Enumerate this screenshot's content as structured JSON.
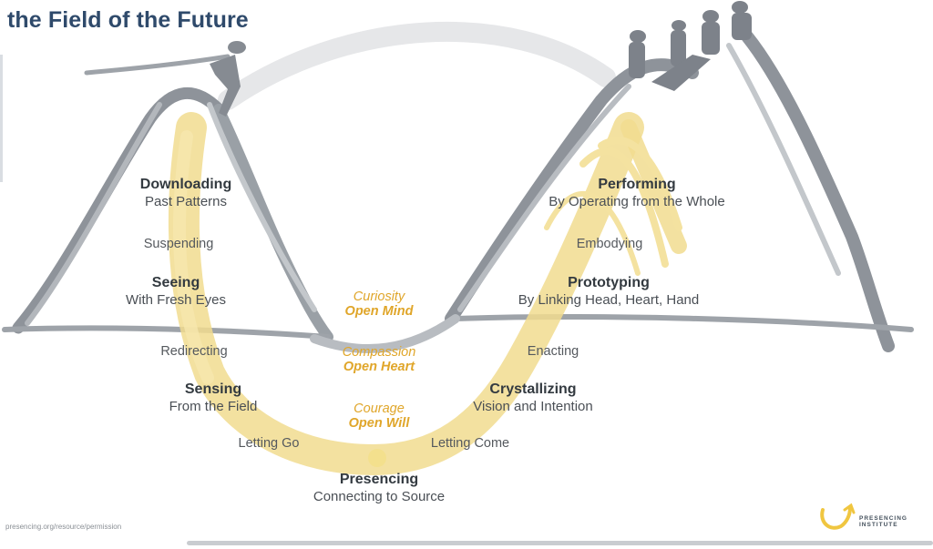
{
  "title": "the Field of the Future",
  "footer": "presencing.org/resource/permission",
  "logo": {
    "line1": "PRESENCING",
    "line2": "INSTITUTE"
  },
  "stages": {
    "downloading": {
      "title": "Downloading",
      "sub": "Past Patterns"
    },
    "seeing": {
      "title": "Seeing",
      "sub": "With Fresh Eyes"
    },
    "sensing": {
      "title": "Sensing",
      "sub": "From the Field"
    },
    "presencing": {
      "title": "Presencing",
      "sub": "Connecting to Source"
    },
    "crystallizing": {
      "title": "Crystallizing",
      "sub": "Vision and Intention"
    },
    "prototyping": {
      "title": "Prototyping",
      "sub": "By Linking Head, Heart, Hand"
    },
    "performing": {
      "title": "Performing",
      "sub": "By Operating from the Whole"
    }
  },
  "transitions": {
    "suspending": "Suspending",
    "redirecting": "Redirecting",
    "letting_go": "Letting Go",
    "letting_come": "Letting Come",
    "enacting": "Enacting",
    "embodying": "Embodying"
  },
  "qualities": {
    "curiosity": {
      "voice": "Curiosity",
      "open": "Open Mind"
    },
    "compassion": {
      "voice": "Compassion",
      "open": "Open Heart"
    },
    "courage": {
      "voice": "Courage",
      "open": "Open Will"
    }
  },
  "colors": {
    "mountain": "#8e939a",
    "arc": "#f1dc8f",
    "title": "#2f4a6b",
    "quality": "#e0a62a"
  }
}
